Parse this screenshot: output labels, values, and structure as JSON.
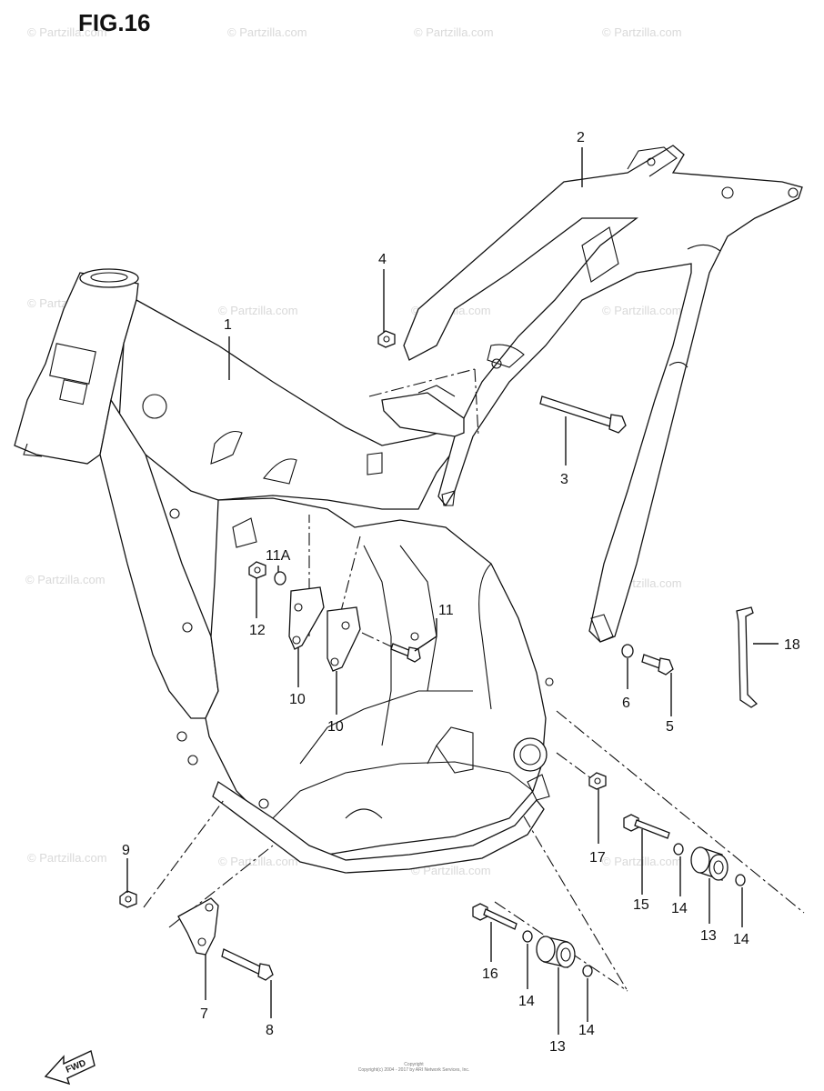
{
  "figure": {
    "title": "FIG.16"
  },
  "watermark": "© Partzilla.com",
  "parts": {
    "p1": "1",
    "p2": "2",
    "p3": "3",
    "p4": "4",
    "p5": "5",
    "p6": "6",
    "p7": "7",
    "p8": "8",
    "p9": "9",
    "p10a": "10",
    "p10b": "10",
    "p11": "11",
    "p11a": "11A",
    "p12": "12",
    "p13a": "13",
    "p13b": "13",
    "p14a": "14",
    "p14b": "14",
    "p14c": "14",
    "p14d": "14",
    "p15": "15",
    "p16": "16",
    "p17": "17",
    "p18": "18"
  },
  "fwd_label": "FWD",
  "copyright": {
    "line1": "Copyright",
    "line2": "Copyright(c) 2004 - 2017 by ARI Network Services, Inc."
  }
}
